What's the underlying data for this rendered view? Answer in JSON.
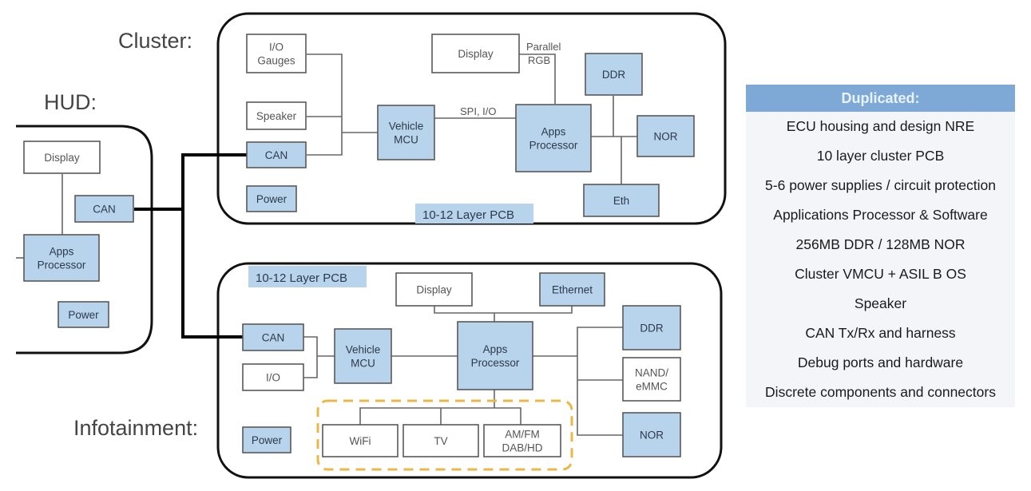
{
  "sections": {
    "cluster": "Cluster:",
    "hud": "HUD:",
    "infotainment": "Infotainment:"
  },
  "colors": {
    "block_fill": "#b8d3ec",
    "block_stroke": "#595959",
    "plain_fill": "#ffffff",
    "bus_line": "#000000",
    "wire": "#666666",
    "wireless_group": "#e8b94a",
    "pcb_tag": "#b8d3ec",
    "panel_header": "#7ea9d6"
  },
  "hud": {
    "blocks": [
      {
        "id": "hud-display",
        "lines": [
          "Display"
        ],
        "style": "plain"
      },
      {
        "id": "hud-can",
        "lines": [
          "CAN"
        ],
        "style": "fill"
      },
      {
        "id": "hud-apps",
        "lines": [
          "Apps",
          "Processor"
        ],
        "style": "fill"
      },
      {
        "id": "hud-power",
        "lines": [
          "Power"
        ],
        "style": "fill"
      }
    ]
  },
  "cluster": {
    "pcb_label": "10-12 Layer PCB",
    "blocks": [
      {
        "id": "cl-io",
        "lines": [
          "I/O",
          "Gauges"
        ],
        "style": "plain"
      },
      {
        "id": "cl-speaker",
        "lines": [
          "Speaker"
        ],
        "style": "plain"
      },
      {
        "id": "cl-can",
        "lines": [
          "CAN"
        ],
        "style": "fill"
      },
      {
        "id": "cl-power",
        "lines": [
          "Power"
        ],
        "style": "fill"
      },
      {
        "id": "cl-vmcu",
        "lines": [
          "Vehicle",
          "MCU"
        ],
        "style": "fill"
      },
      {
        "id": "cl-display",
        "lines": [
          "Display"
        ],
        "style": "plain"
      },
      {
        "id": "cl-apps",
        "lines": [
          "Apps",
          "Processor"
        ],
        "style": "fill"
      },
      {
        "id": "cl-ddr",
        "lines": [
          "DDR"
        ],
        "style": "fill"
      },
      {
        "id": "cl-nor",
        "lines": [
          "NOR"
        ],
        "style": "fill"
      },
      {
        "id": "cl-eth",
        "lines": [
          "Eth"
        ],
        "style": "fill"
      }
    ],
    "link_labels": {
      "spi": "SPI, I/O",
      "parallel": "Parallel",
      "rgb": "RGB"
    }
  },
  "infotainment": {
    "pcb_label": "10-12 Layer PCB",
    "blocks": [
      {
        "id": "inf-can",
        "lines": [
          "CAN"
        ],
        "style": "fill"
      },
      {
        "id": "inf-io",
        "lines": [
          "I/O"
        ],
        "style": "plain"
      },
      {
        "id": "inf-power",
        "lines": [
          "Power"
        ],
        "style": "fill"
      },
      {
        "id": "inf-vmcu",
        "lines": [
          "Vehicle",
          "MCU"
        ],
        "style": "fill"
      },
      {
        "id": "inf-display",
        "lines": [
          "Display"
        ],
        "style": "plain"
      },
      {
        "id": "inf-ethernet",
        "lines": [
          "Ethernet"
        ],
        "style": "fill"
      },
      {
        "id": "inf-apps",
        "lines": [
          "Apps",
          "Processor"
        ],
        "style": "fill"
      },
      {
        "id": "inf-ddr",
        "lines": [
          "DDR"
        ],
        "style": "fill"
      },
      {
        "id": "inf-nand",
        "lines": [
          "NAND/",
          "eMMC"
        ],
        "style": "plain"
      },
      {
        "id": "inf-nor",
        "lines": [
          "NOR"
        ],
        "style": "fill"
      },
      {
        "id": "inf-wifi",
        "lines": [
          "WiFi"
        ],
        "style": "plain"
      },
      {
        "id": "inf-tv",
        "lines": [
          "TV"
        ],
        "style": "plain"
      },
      {
        "id": "inf-radio",
        "lines": [
          "AM/FM",
          "DAB/HD"
        ],
        "style": "plain"
      }
    ]
  },
  "duplicated": {
    "title": "Duplicated:",
    "items": [
      "ECU housing and design NRE",
      "10 layer cluster PCB",
      "5-6 power supplies / circuit protection",
      "Applications Processor & Software",
      "256MB DDR / 128MB NOR",
      "Cluster VMCU + ASIL B OS",
      "Speaker",
      "CAN Tx/Rx and harness",
      "Debug ports and hardware",
      "Discrete components and connectors"
    ]
  }
}
